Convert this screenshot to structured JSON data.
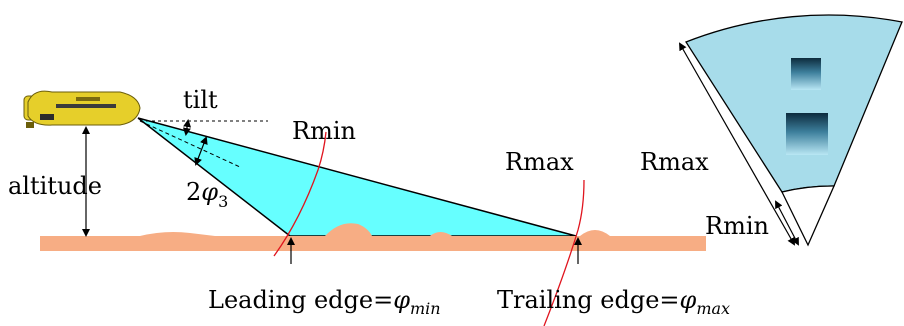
{
  "labels": {
    "tilt": "tilt",
    "altitude": "altitude",
    "beam_prefix": "2",
    "beam_symbol": "φ",
    "beam_sub": "3",
    "rmin_top": "Rmin",
    "rmax_mid": "Rmax",
    "rmax_fan": "Rmax",
    "rmin_fan": "Rmin",
    "leading_prefix": "Leading edge=",
    "leading_symbol": "φ",
    "leading_sub": "min",
    "trailing_prefix": "Trailing edge=",
    "trailing_symbol": "φ",
    "trailing_sub": "max"
  },
  "colors": {
    "seabed": "#f7ad84",
    "beam": "#66ffff",
    "fan": "#a7dcea",
    "fan_near": "#c2e6f1",
    "auv": "#e6cf2a",
    "red_line": "#e0141e"
  }
}
